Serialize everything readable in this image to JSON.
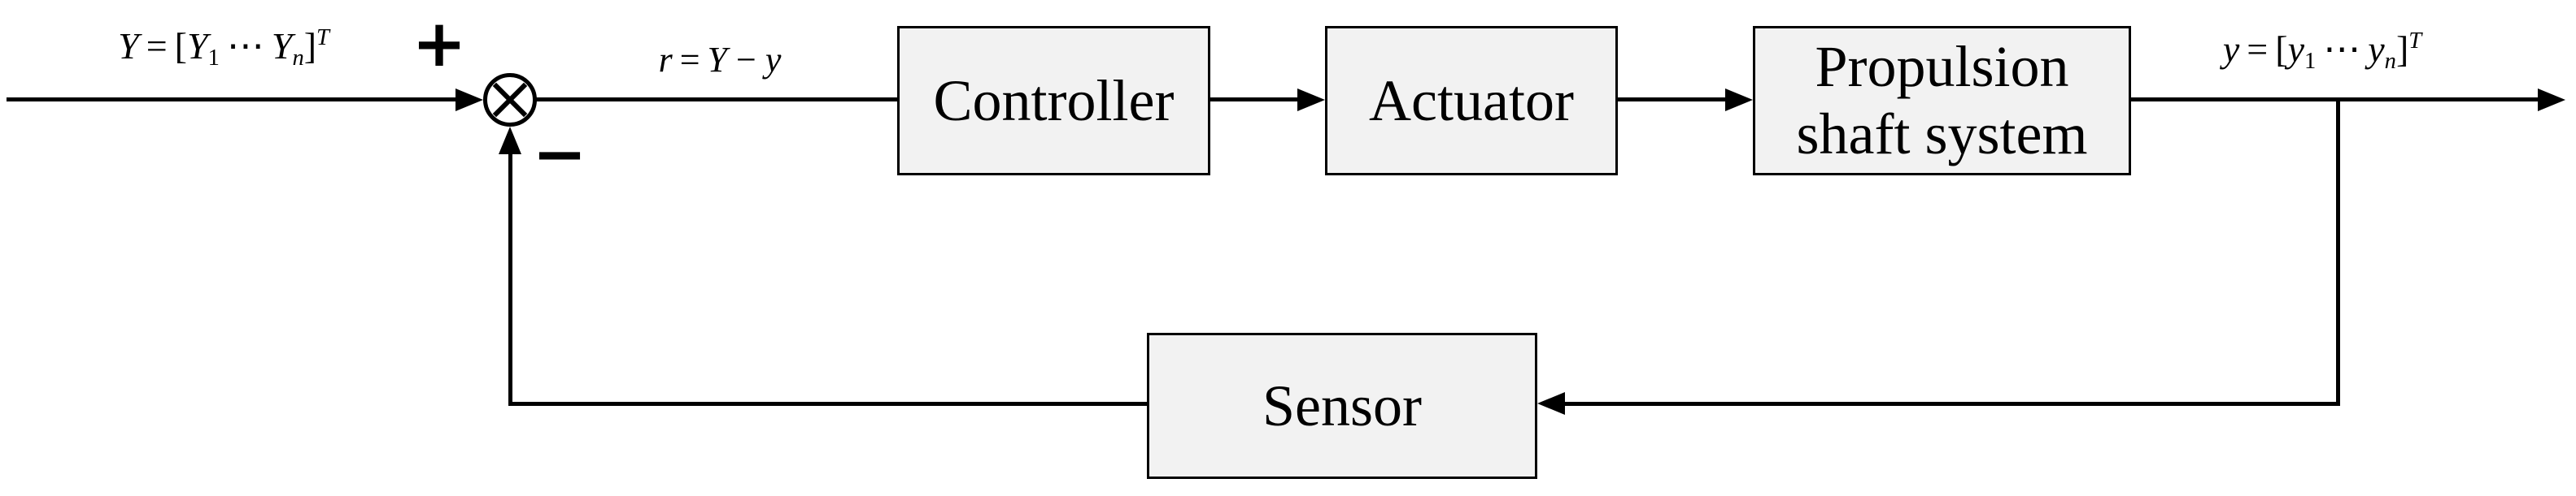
{
  "blocks": {
    "controller": {
      "label": "Controller"
    },
    "actuator": {
      "label": "Actuator"
    },
    "propulsion": {
      "label_line1": "Propulsion",
      "label_line2": "shaft system"
    },
    "sensor": {
      "label": "Sensor"
    }
  },
  "junction": {
    "plus": "+",
    "minus": "−"
  },
  "labels": {
    "reference": {
      "v": "Y",
      "eq": "=",
      "lb": "[",
      "e1": "Y",
      "s1": "1",
      "dots": "⋯",
      "e2": "Y",
      "s2": "n",
      "rb": "]",
      "t": "T"
    },
    "error": {
      "r": "r",
      "eq": "=",
      "a": "Y",
      "minus": "−",
      "b": "y"
    },
    "output": {
      "v": "y",
      "eq": "=",
      "lb": "[",
      "e1": "y",
      "s1": "1",
      "dots": "⋯",
      "e2": "y",
      "s2": "n",
      "rb": "]",
      "t": "T"
    }
  },
  "colors": {
    "background": "#ffffff",
    "stroke": "#000000",
    "block_fill": "#f2f2f2",
    "block_border": "#000000"
  }
}
